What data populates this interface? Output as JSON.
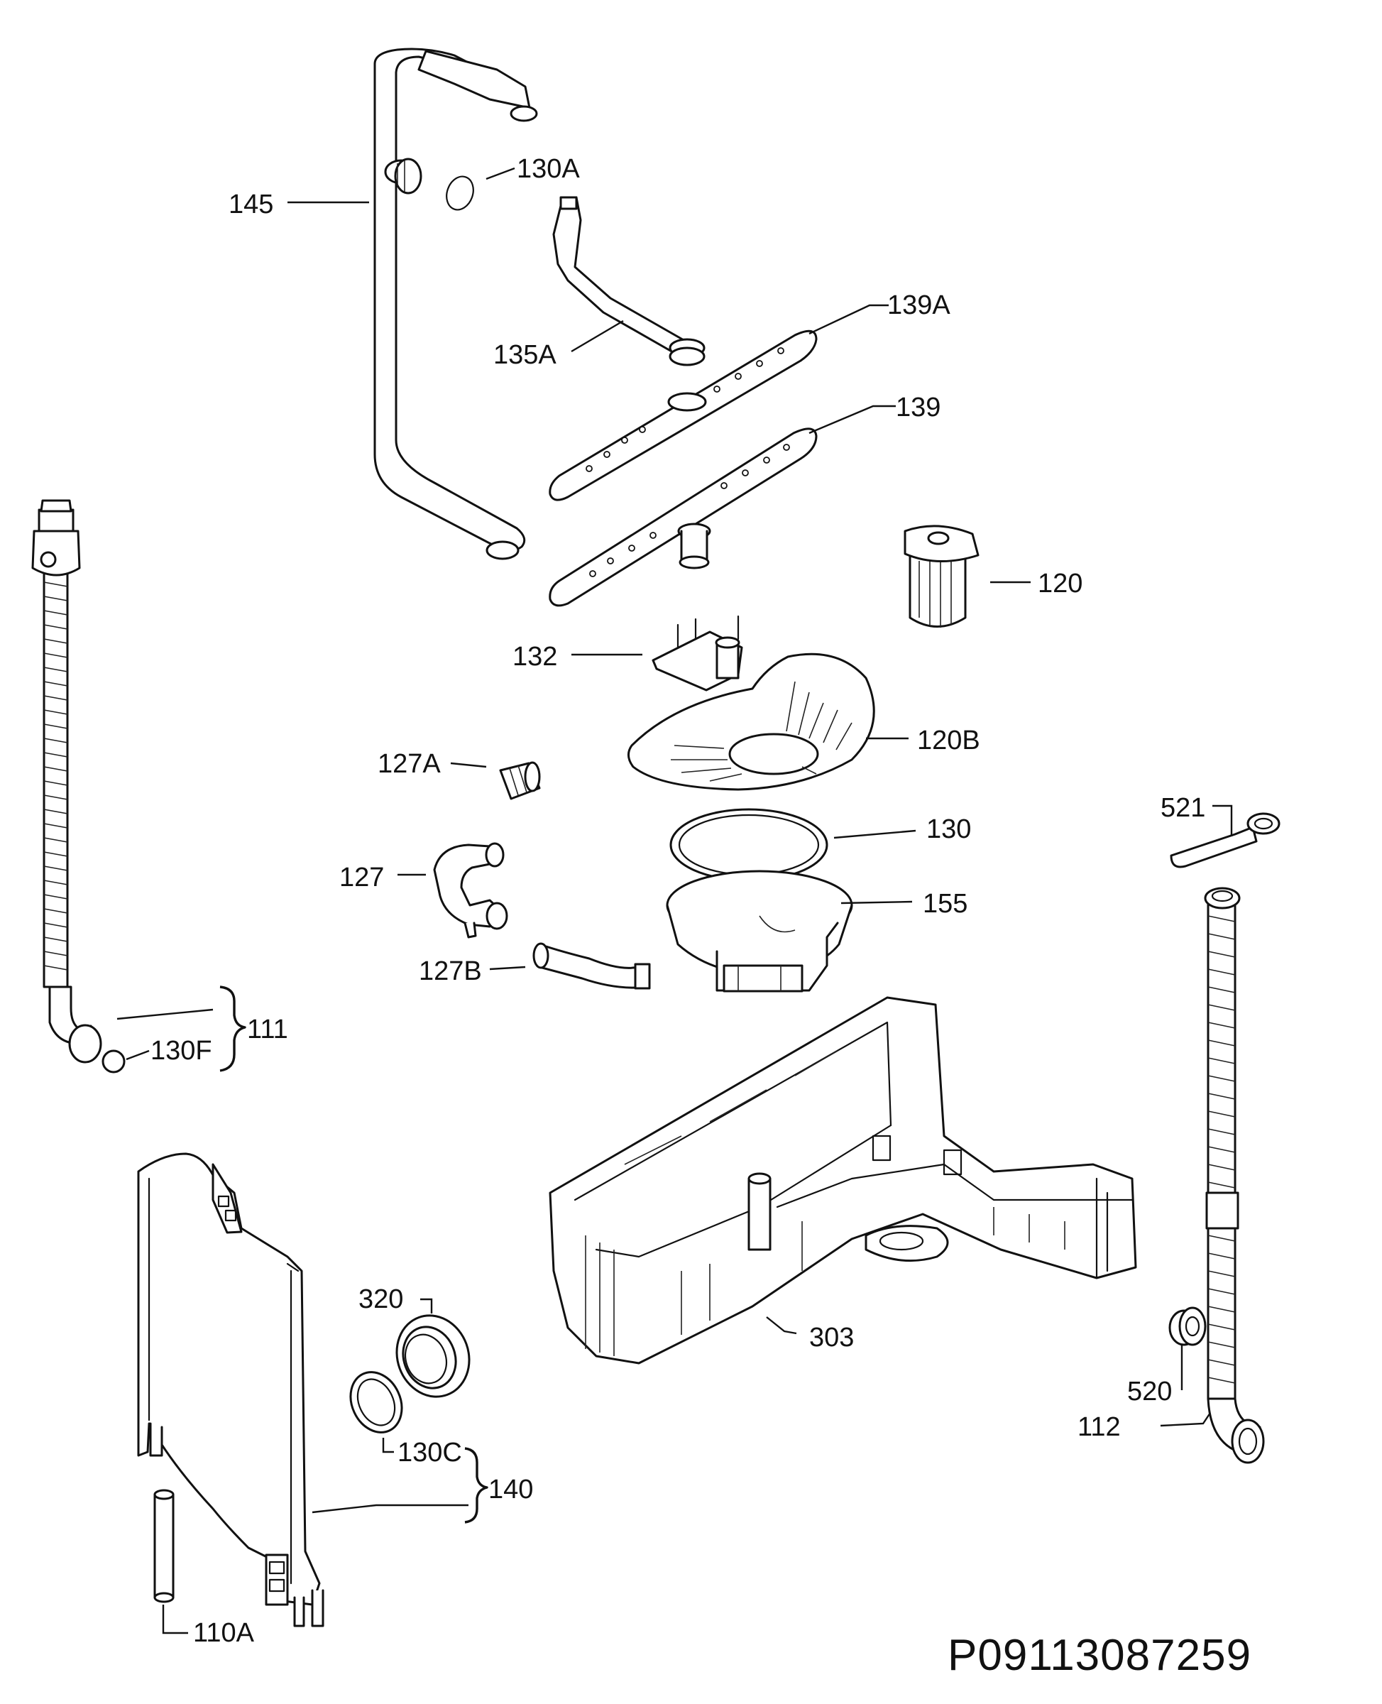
{
  "diagram": {
    "labels": {
      "p145": "145",
      "p130A": "130A",
      "p135A": "135A",
      "p139A": "139A",
      "p139": "139",
      "p120": "120",
      "p132": "132",
      "p120B": "120B",
      "p127A": "127A",
      "p130": "130",
      "p127": "127",
      "p155": "155",
      "p127B": "127B",
      "p111": "111",
      "p130F": "130F",
      "p521": "521",
      "p303": "303",
      "p320": "320",
      "p130C": "130C",
      "p140": "140",
      "p520": "520",
      "p112": "112",
      "p110A": "110A"
    },
    "drawing_code": "P09113087259"
  }
}
